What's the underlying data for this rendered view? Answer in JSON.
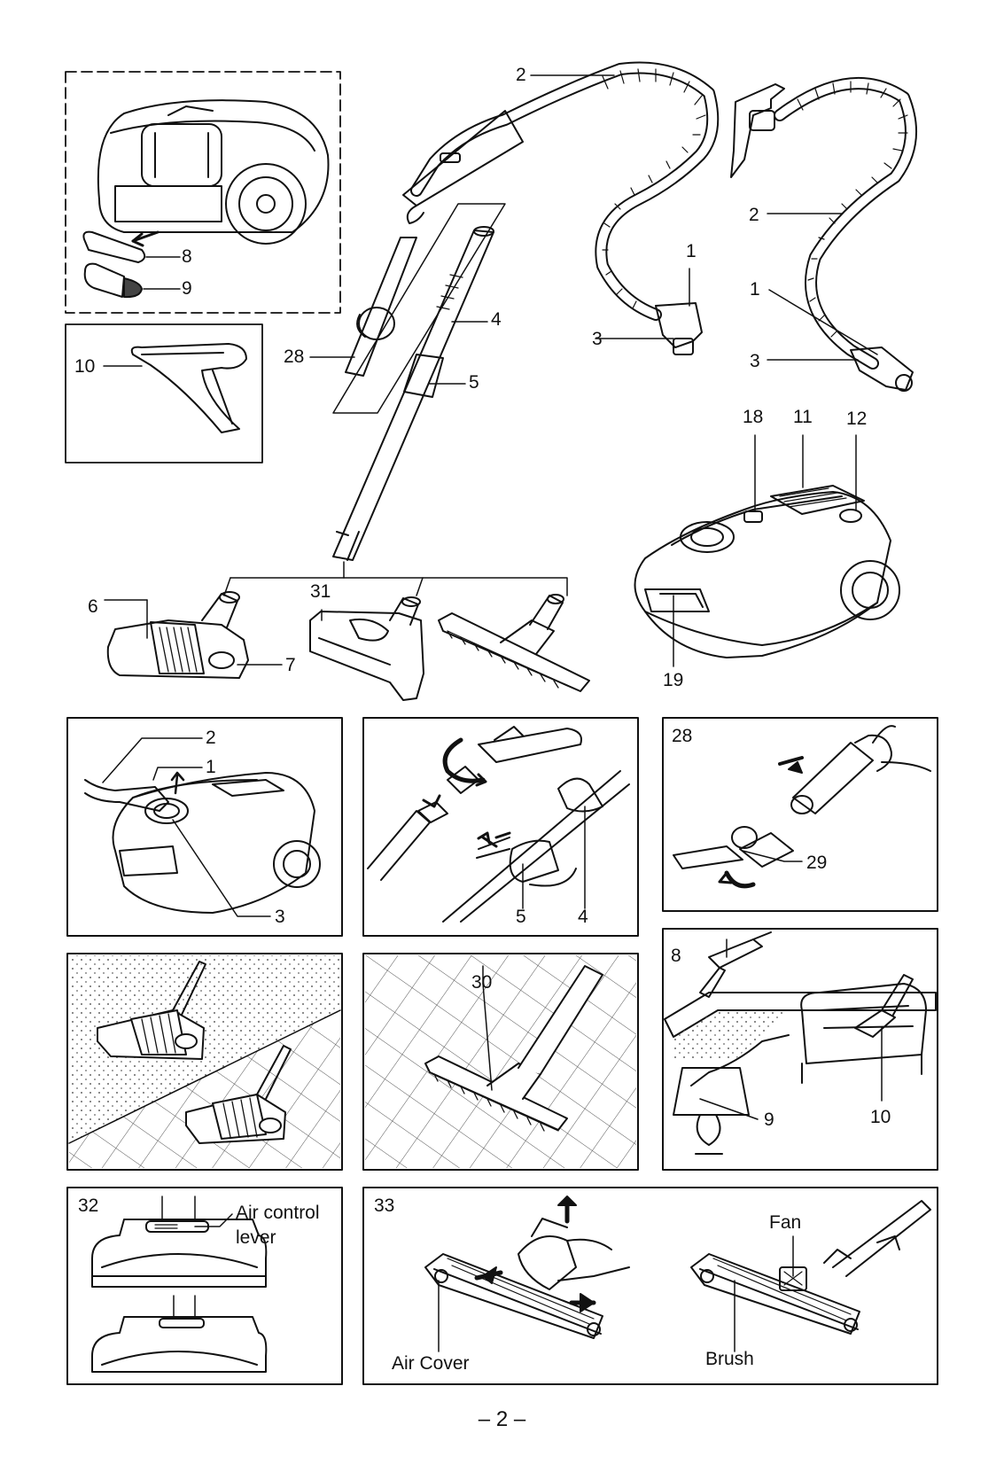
{
  "page_number": "– 2 –",
  "parts_overview": {
    "labels": {
      "n1a": "1",
      "n1b": "1",
      "n2a": "2",
      "n2b": "2",
      "n3a": "3",
      "n3b": "3",
      "n4": "4",
      "n5": "5",
      "n6": "6",
      "n7": "7",
      "n8": "8",
      "n9": "9",
      "n10": "10",
      "n11": "11",
      "n12": "12",
      "n18": "18",
      "n19": "19",
      "n28": "28",
      "n31": "31"
    }
  },
  "panels": {
    "hose_connect": {
      "labels": {
        "n2": "2",
        "n1": "1",
        "n3": "3"
      }
    },
    "tube_assembly": {
      "labels": {
        "n5": "5",
        "n4": "4"
      }
    },
    "adaptor": {
      "labels": {
        "n28": "28",
        "n29": "29"
      }
    },
    "accessories_use": {
      "labels": {
        "n8": "8",
        "n9": "9",
        "n10": "10"
      }
    },
    "floor_brush": {
      "labels": {
        "n30": "30"
      }
    },
    "air_control": {
      "number": "32",
      "lever_line1": "Air control",
      "lever_line2": "lever"
    },
    "turbo_nozzle": {
      "number": "33",
      "fan": "Fan",
      "air_cover": "Air Cover",
      "brush": "Brush"
    }
  }
}
